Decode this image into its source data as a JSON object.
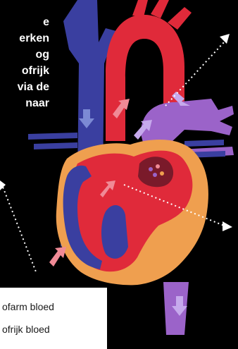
{
  "caption": {
    "lines": [
      "e",
      "erken",
      "og",
      "ofrijk",
      "via de",
      "naar"
    ]
  },
  "legend": {
    "items": [
      {
        "label": "ofarm bloed",
        "color": "#3a3fa0"
      },
      {
        "label": "ofrijk bloed",
        "color": "#e02a3a"
      }
    ]
  },
  "colors": {
    "background": "#000000",
    "oxygen_poor_blood": "#3a3fa0",
    "oxygen_rich_blood": "#e02a3a",
    "pulmonary_vessel": "#9b63c9",
    "heart_muscle": "#ef9f4f",
    "flow_arrow_rich": "#f08a96",
    "flow_arrow_poor": "#c6a9ec"
  }
}
